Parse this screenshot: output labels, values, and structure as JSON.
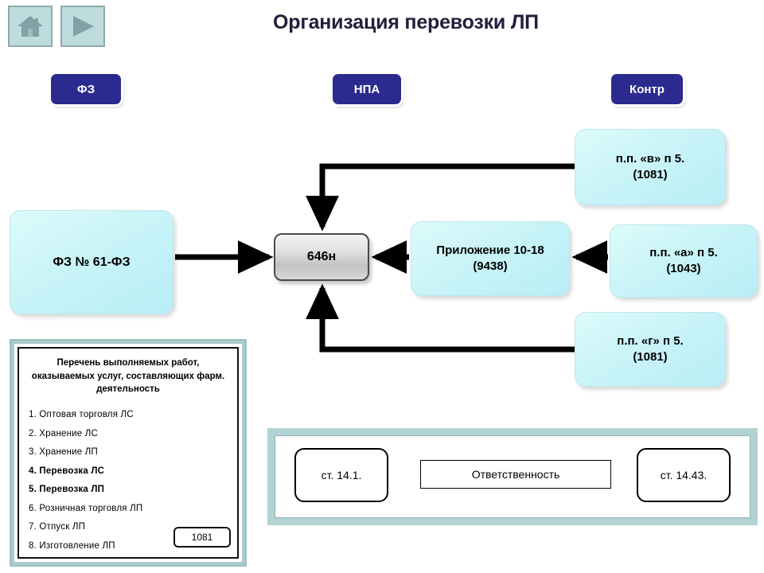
{
  "header": {
    "title": "Организация перевозки ЛП",
    "nav": [
      {
        "name": "home-icon",
        "label": "Home"
      },
      {
        "name": "play-icon",
        "label": "Next"
      }
    ]
  },
  "category_buttons": [
    {
      "label": "ФЗ"
    },
    {
      "label": "НПА"
    },
    {
      "label": "Контр"
    }
  ],
  "diagram": {
    "source_box": {
      "label": "ФЗ № 61-ФЗ"
    },
    "center_box": {
      "label": "646н"
    },
    "boxes": [
      {
        "id": "pv",
        "line1": "п.п. «в» п 5.",
        "line2": "(1081)"
      },
      {
        "id": "prilozhenie",
        "line1": "Приложение 10-18",
        "line2": "(9438)"
      },
      {
        "id": "pa",
        "line1": "п.п. «а» п 5.",
        "line2": "(1043)"
      },
      {
        "id": "pg",
        "line1": "п.п. «г» п 5.",
        "line2": "(1081)"
      }
    ]
  },
  "list_panel": {
    "title": "Перечень выполняемых работ, оказываемых услуг, составляющих фарм. деятельность",
    "items": [
      {
        "text": "1. Оптовая  торговля  ЛС",
        "bold": false
      },
      {
        "text": "2. Хранение  ЛС",
        "bold": false
      },
      {
        "text": "3. Хранение  ЛП",
        "bold": false
      },
      {
        "text": "4. Перевозка ЛС",
        "bold": true
      },
      {
        "text": "5. Перевозка ЛП",
        "bold": true
      },
      {
        "text": "6. Розничная торговля  ЛП",
        "bold": false
      },
      {
        "text": "7. Отпуск ЛП",
        "bold": false
      },
      {
        "text": "8. Изготовление  ЛП",
        "bold": false
      }
    ],
    "badge": "1081"
  },
  "responsibility_panel": {
    "left_article": "ст. 14.1.",
    "label": "Ответственность",
    "right_article": "ст. 14.43."
  },
  "colors": {
    "pill_blue": "#2b2b8f",
    "box_cyan": "#c9f4f8",
    "panel_teal": "#b3d2d4",
    "title_navy": "#1f1f3d",
    "arrow_black": "#000000"
  }
}
